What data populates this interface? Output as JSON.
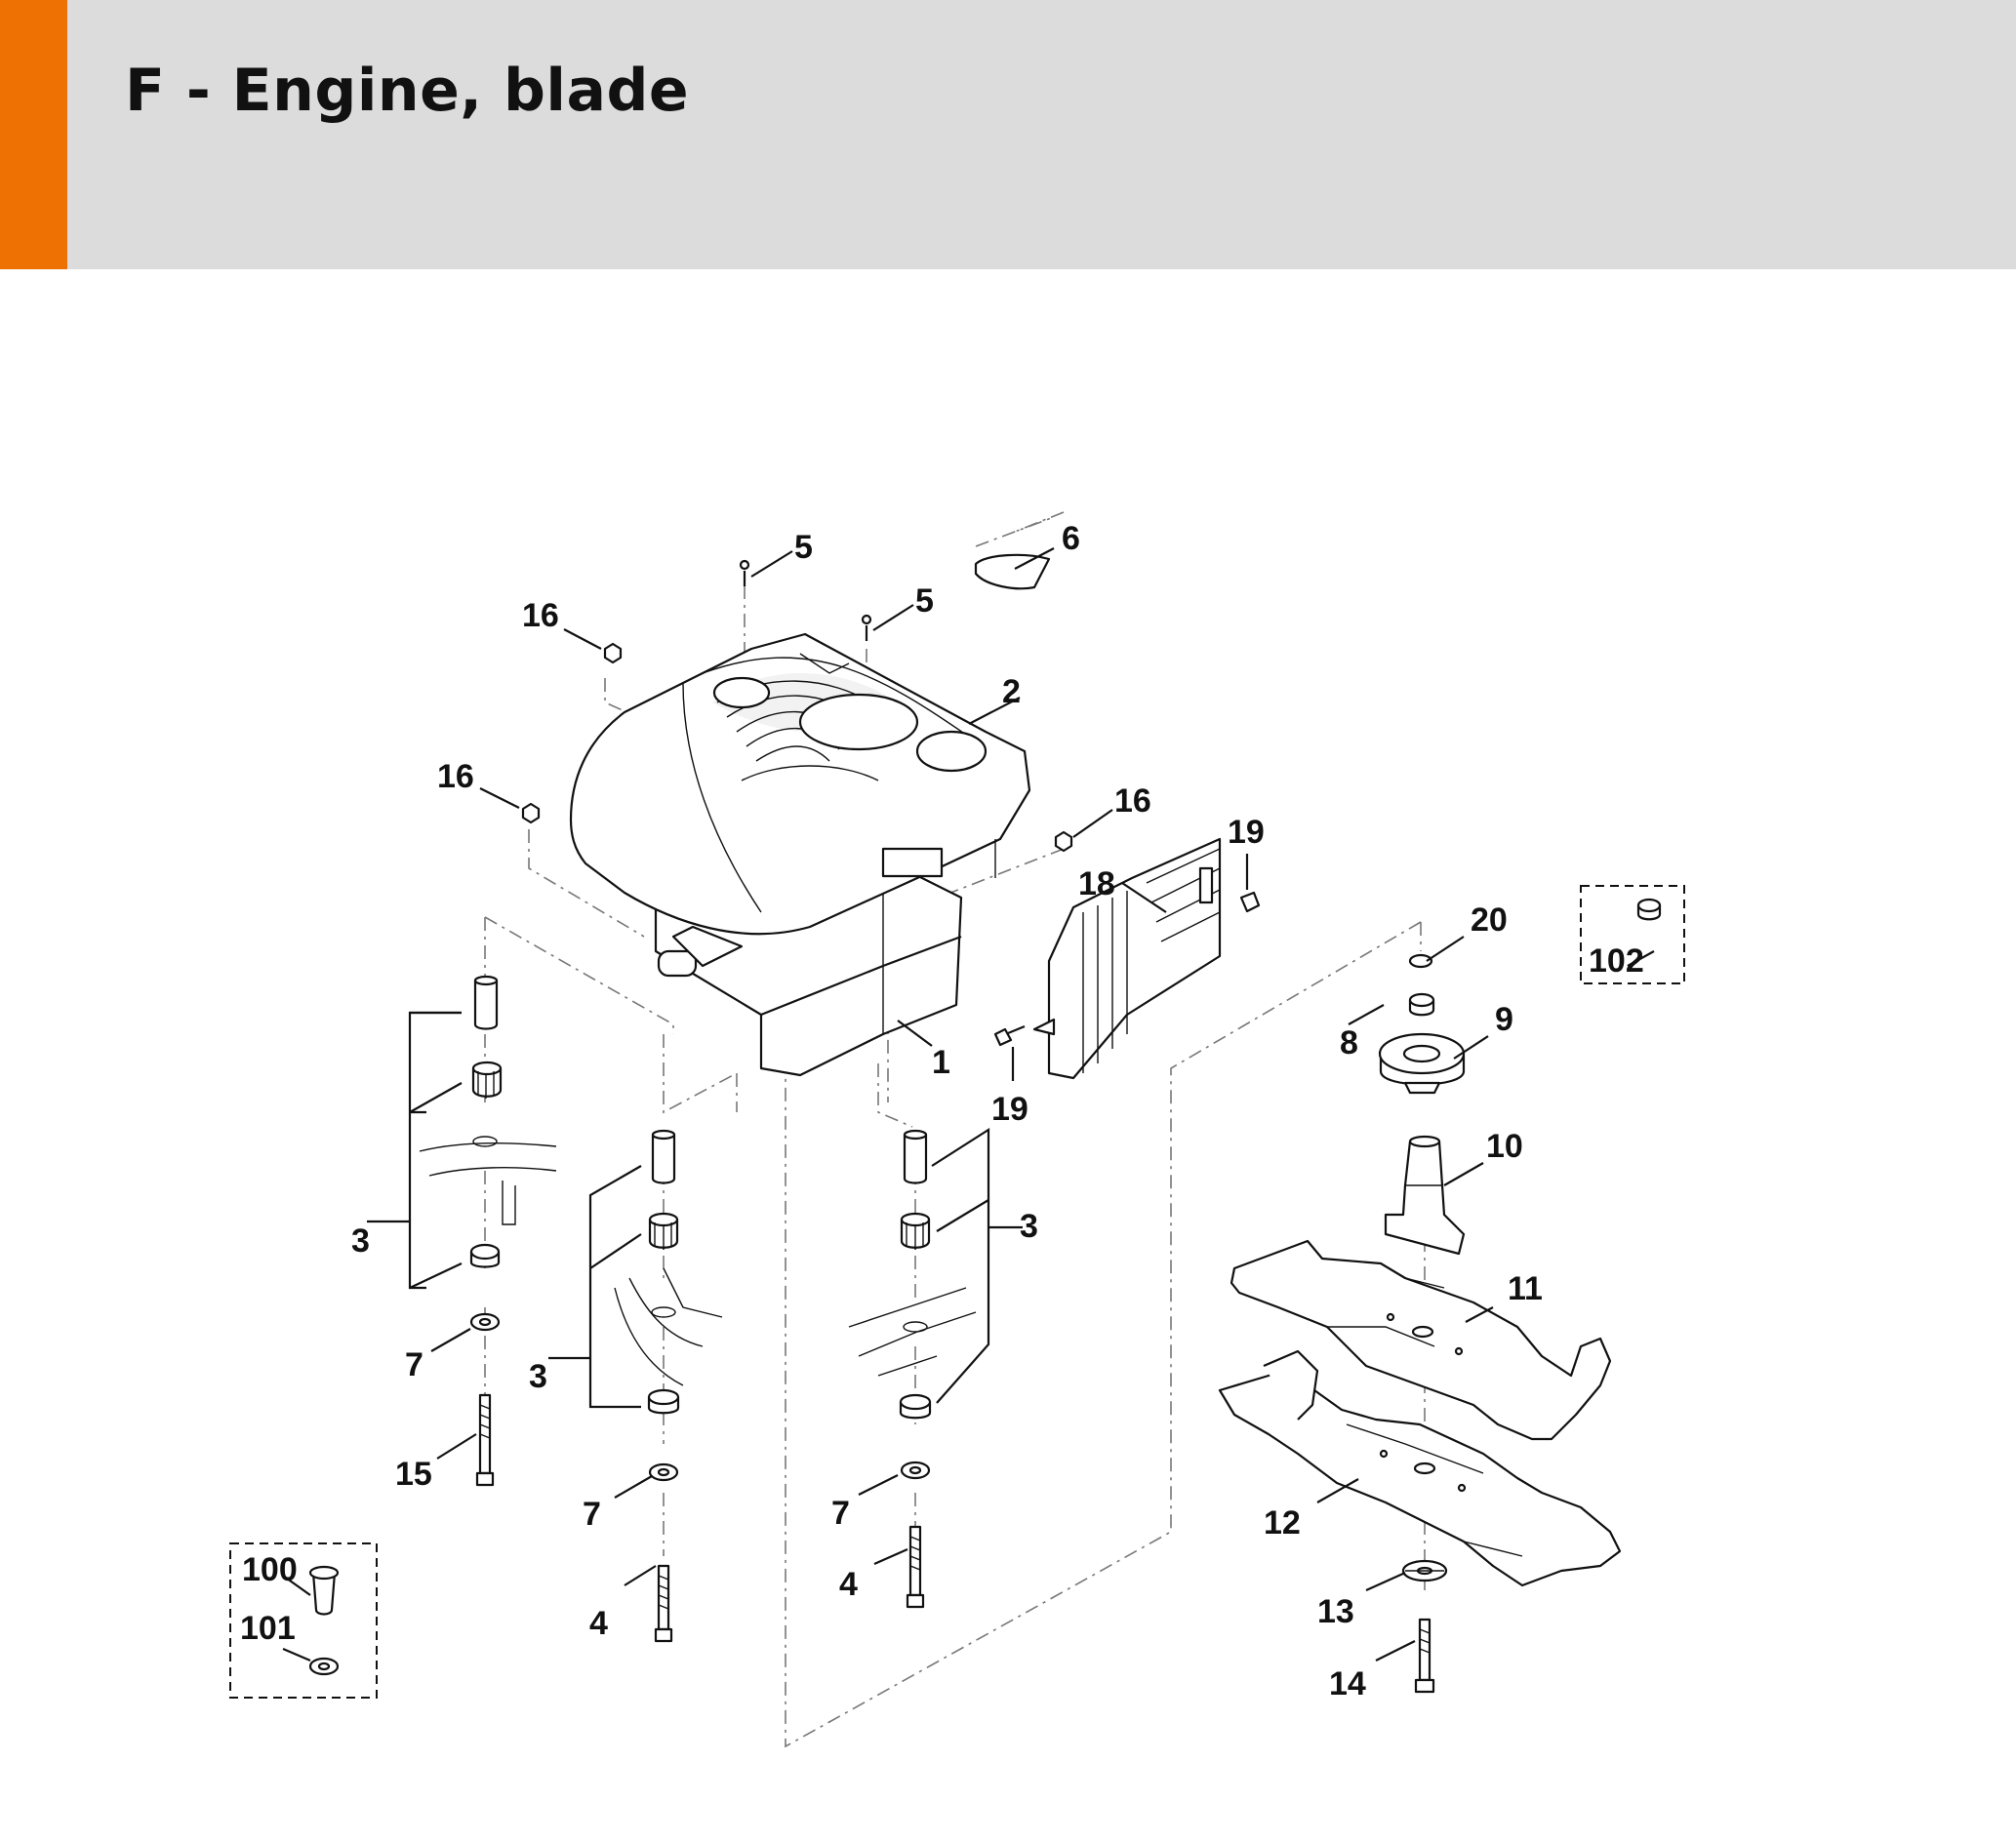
{
  "header": {
    "title": "F - Engine, blade",
    "accent_color": "#ee7203",
    "band_color": "#dcdcdc"
  },
  "callouts": {
    "c1": "1",
    "c2": "2",
    "c3a": "3",
    "c3b": "3",
    "c3c": "3",
    "c4a": "4",
    "c4b": "4",
    "c5a": "5",
    "c5b": "5",
    "c6": "6",
    "c7a": "7",
    "c7b": "7",
    "c7c": "7",
    "c8": "8",
    "c9": "9",
    "c10": "10",
    "c11": "11",
    "c12": "12",
    "c13": "13",
    "c14": "14",
    "c15": "15",
    "c16a": "16",
    "c16b": "16",
    "c16c": "16",
    "c18": "18",
    "c19a": "19",
    "c19b": "19",
    "c20": "20",
    "c100": "100",
    "c101": "101",
    "c102": "102"
  }
}
